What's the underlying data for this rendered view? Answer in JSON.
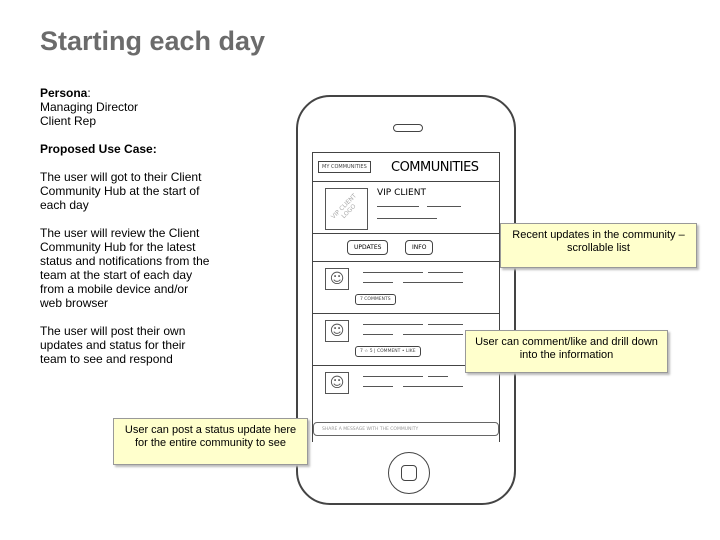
{
  "title": "Starting each day",
  "persona_label": "Persona",
  "persona_lines": [
    "Managing Director",
    "Client Rep"
  ],
  "use_case_label": "Proposed Use Case:",
  "paragraphs": [
    "The user will got to their Client Community Hub at the start of each day",
    "The user will review the Client Community Hub for the latest status and notifications from the team at the start of each day from a mobile device and/or web browser",
    "The user will post their own updates and status for their team to see and respond"
  ],
  "mockup": {
    "back_button": "MY COMMUNITIES",
    "screen_title": "COMMUNITIES",
    "client_name": "VIP CLIENT",
    "logo_text": "VIP CLIENT LOGO",
    "tabs": [
      "UPDATES",
      "INFO"
    ],
    "post1_pill": "7 COMMENTS",
    "post2_pill": "7 ☆ 5 | COMMENT • LIKE",
    "message_placeholder": "SHARE A MESSAGE WITH THE COMMUNITY"
  },
  "callouts": [
    "Recent updates in the community – scrollable list",
    "User can comment/like and drill down into the information",
    "User can post a status update here for the entire community to see"
  ]
}
